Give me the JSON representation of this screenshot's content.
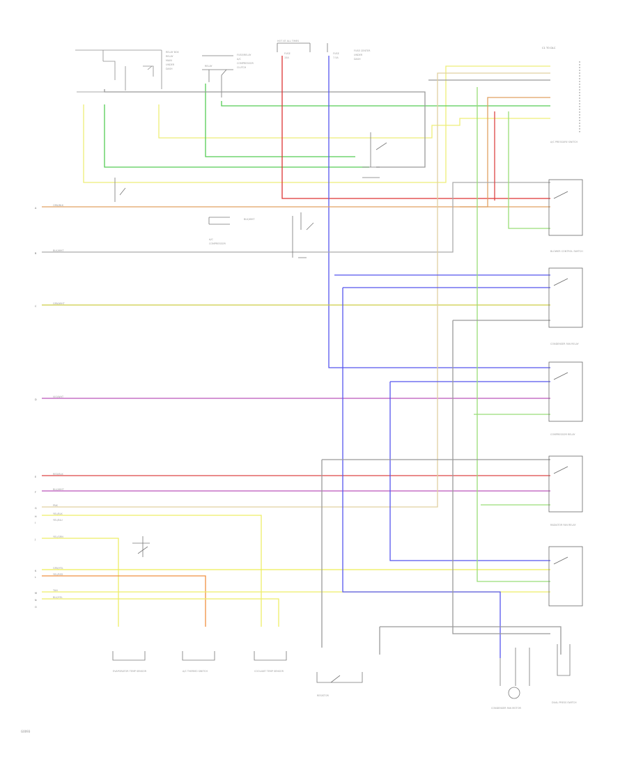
{
  "colors": {
    "yellow": "#eeee66",
    "green": "#44cc44",
    "red": "#dd3333",
    "blue": "#4444ee",
    "orange": "#f0a040",
    "violet": "#bb44bb",
    "gray": "#888888",
    "light_green": "#99dd88",
    "tan": "#d8c890"
  },
  "diagram": {
    "top_components": [
      {
        "id": "relay-block",
        "label": "RELAY BOX"
      },
      {
        "id": "fuse-relay",
        "label": "FUSE/RELAY"
      },
      {
        "id": "hot-at-all-times",
        "label": "HOT AT ALL TIMES"
      },
      {
        "id": "fuse-center",
        "label": "FUSE CENTER"
      }
    ],
    "right_connector": {
      "label": "C1 TO DLC"
    },
    "left_pins": [
      "A",
      "B",
      "C",
      "D",
      "E",
      "F",
      "G",
      "H",
      "I",
      "J",
      "K",
      "L",
      "M",
      "N",
      "O"
    ],
    "wire_labels_left": [
      "ORN/BLK",
      "BLK/WHT",
      "GRN/WHT",
      "VIO/WHT",
      "RED/BLK",
      "BLU/WHT",
      "PNK",
      "YEL/BLK",
      "YEL/BLU",
      "YEL/GRN",
      "GRN/YEL",
      "YEL/RED",
      "TAN",
      "BLU/YEL"
    ],
    "right_switches": [
      {
        "label": "A/C PRESSURE SWITCH"
      },
      {
        "label": "BLOWER CONTROL SWITCH"
      },
      {
        "label": "CONDENSER FAN RELAY"
      },
      {
        "label": "COMPRESSOR RELAY"
      },
      {
        "label": "RADIATOR FAN RELAY"
      }
    ],
    "bottom_components": [
      {
        "label": "EVAPORATOR TEMP SENSOR"
      },
      {
        "label": "A/C THERMO SWITCH"
      },
      {
        "label": "COOLANT TEMP SENSOR"
      },
      {
        "label": "RESISTOR"
      },
      {
        "label": "CONDENSER FAN MOTOR"
      },
      {
        "label": "DUAL PRESS SWITCH"
      }
    ],
    "footer_code": "G0093"
  }
}
